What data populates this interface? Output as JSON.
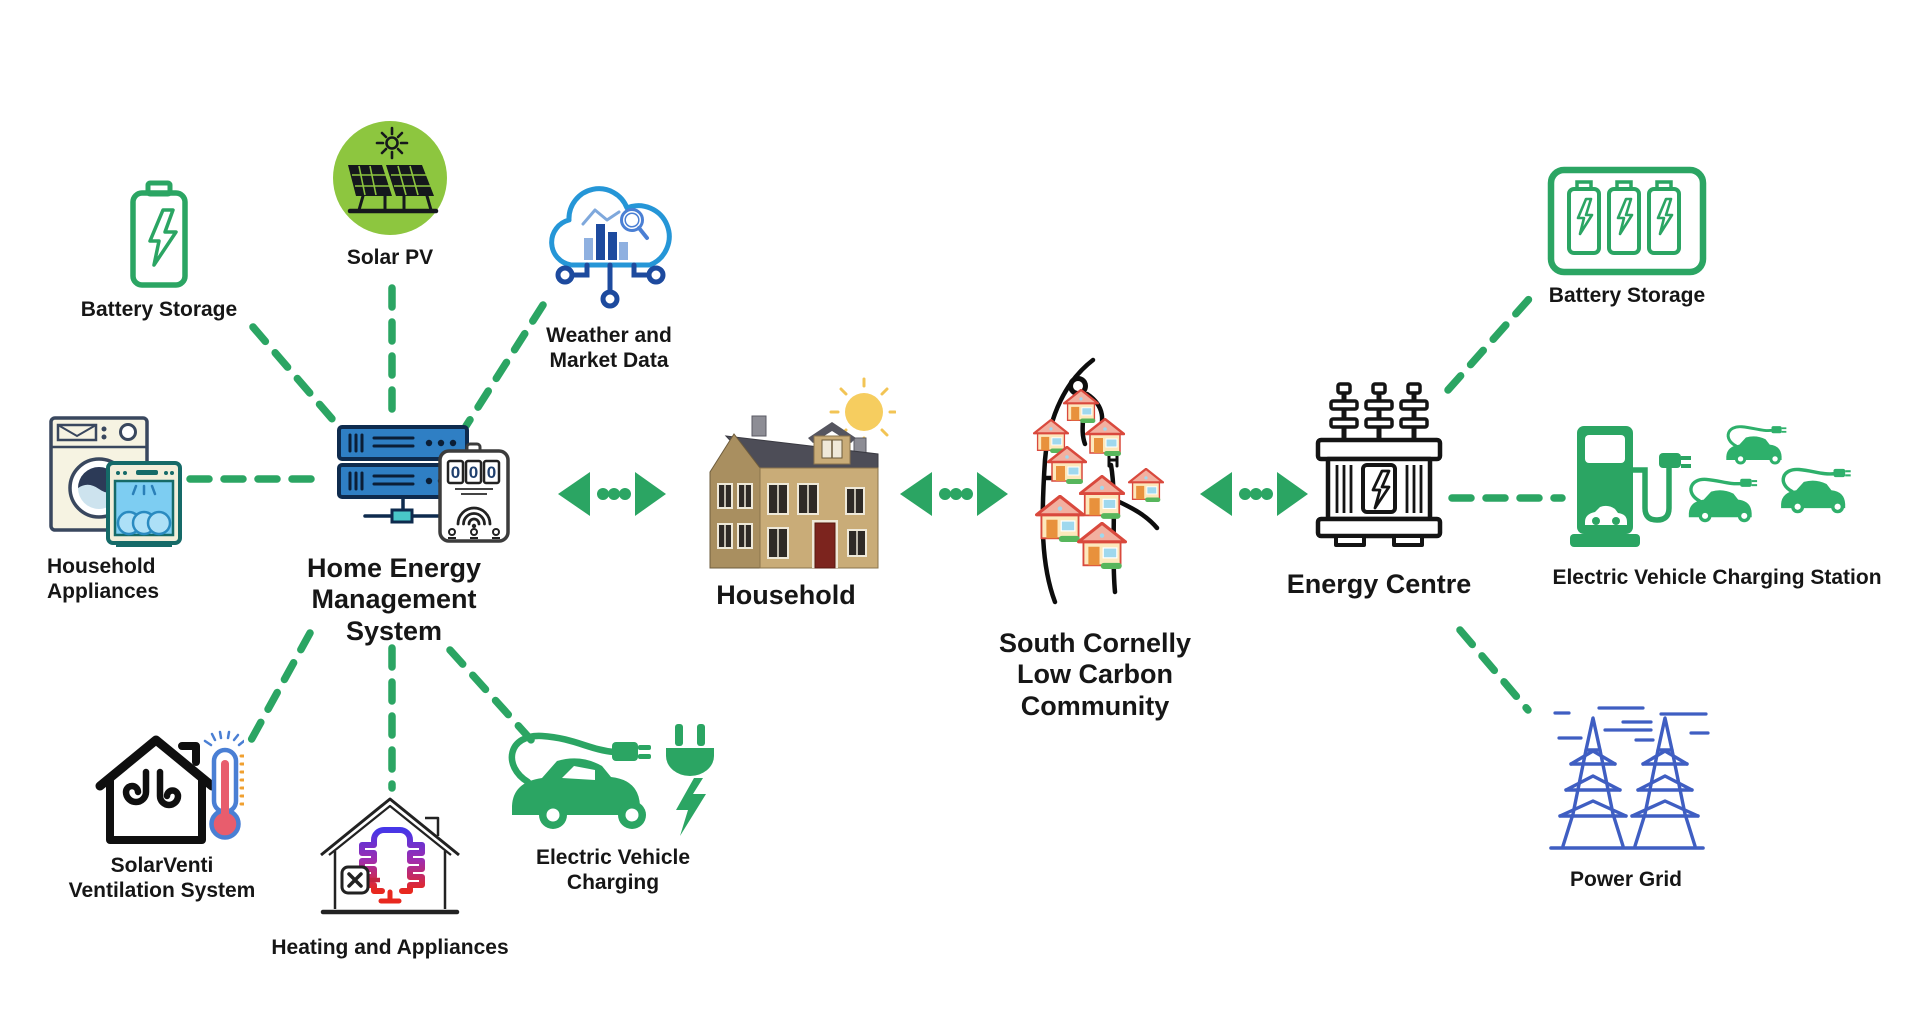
{
  "colors": {
    "green": "#2ba563",
    "green_mid": "#2eb06b",
    "solar_green": "#8dc63f",
    "blue": "#2596d7",
    "navy": "#1d4a9e",
    "grid_blue": "#3f5ec2",
    "text": "#161616"
  },
  "nodes": {
    "battery_storage_left": {
      "label": "Battery Storage"
    },
    "solar_pv": {
      "label": "Solar PV"
    },
    "weather_market_data": {
      "line1": "Weather and",
      "line2": "Market Data"
    },
    "household_appliances": {
      "line1": "Household",
      "line2": "Appliances"
    },
    "hems": {
      "line1": "Home Energy",
      "line2": "Management System",
      "meter_digits": [
        "0",
        "0",
        "0"
      ]
    },
    "solarventi": {
      "line1": "SolarVenti",
      "line2": "Ventilation System"
    },
    "heating_appliances": {
      "label": "Heating and Appliances"
    },
    "ev_charging": {
      "label": "Electric Vehicle Charging"
    },
    "household": {
      "label": "Household"
    },
    "community": {
      "line1": "South Cornelly",
      "line2": "Low Carbon Community"
    },
    "energy_centre": {
      "label": "Energy Centre"
    },
    "battery_storage_right": {
      "label": "Battery Storage"
    },
    "ev_charging_station": {
      "label": "Electric Vehicle Charging Station"
    },
    "power_grid": {
      "label": "Power Grid"
    }
  }
}
